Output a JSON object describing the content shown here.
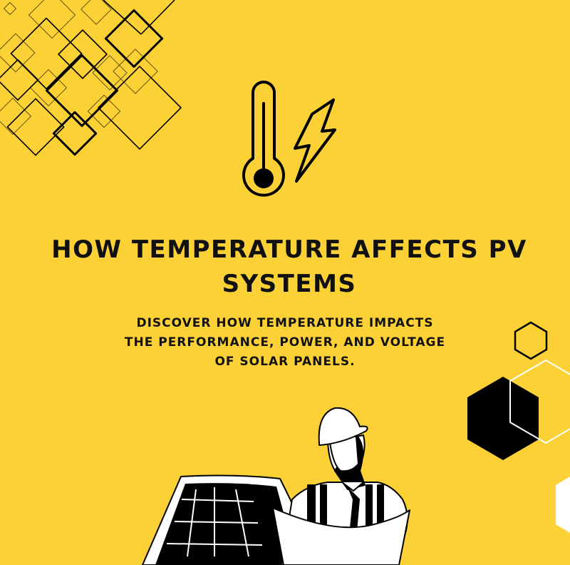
{
  "poster": {
    "title": "HOW TEMPERATURE AFFECTS PV SYSTEMS",
    "subtitle_lines": [
      "DISCOVER HOW TEMPERATURE IMPACTS",
      "THE PERFORMANCE, POWER, AND VOLTAGE",
      "OF SOLAR PANELS."
    ],
    "colors": {
      "background": "#fcd136",
      "ink": "#000000",
      "accent_light": "#ffffff"
    }
  }
}
